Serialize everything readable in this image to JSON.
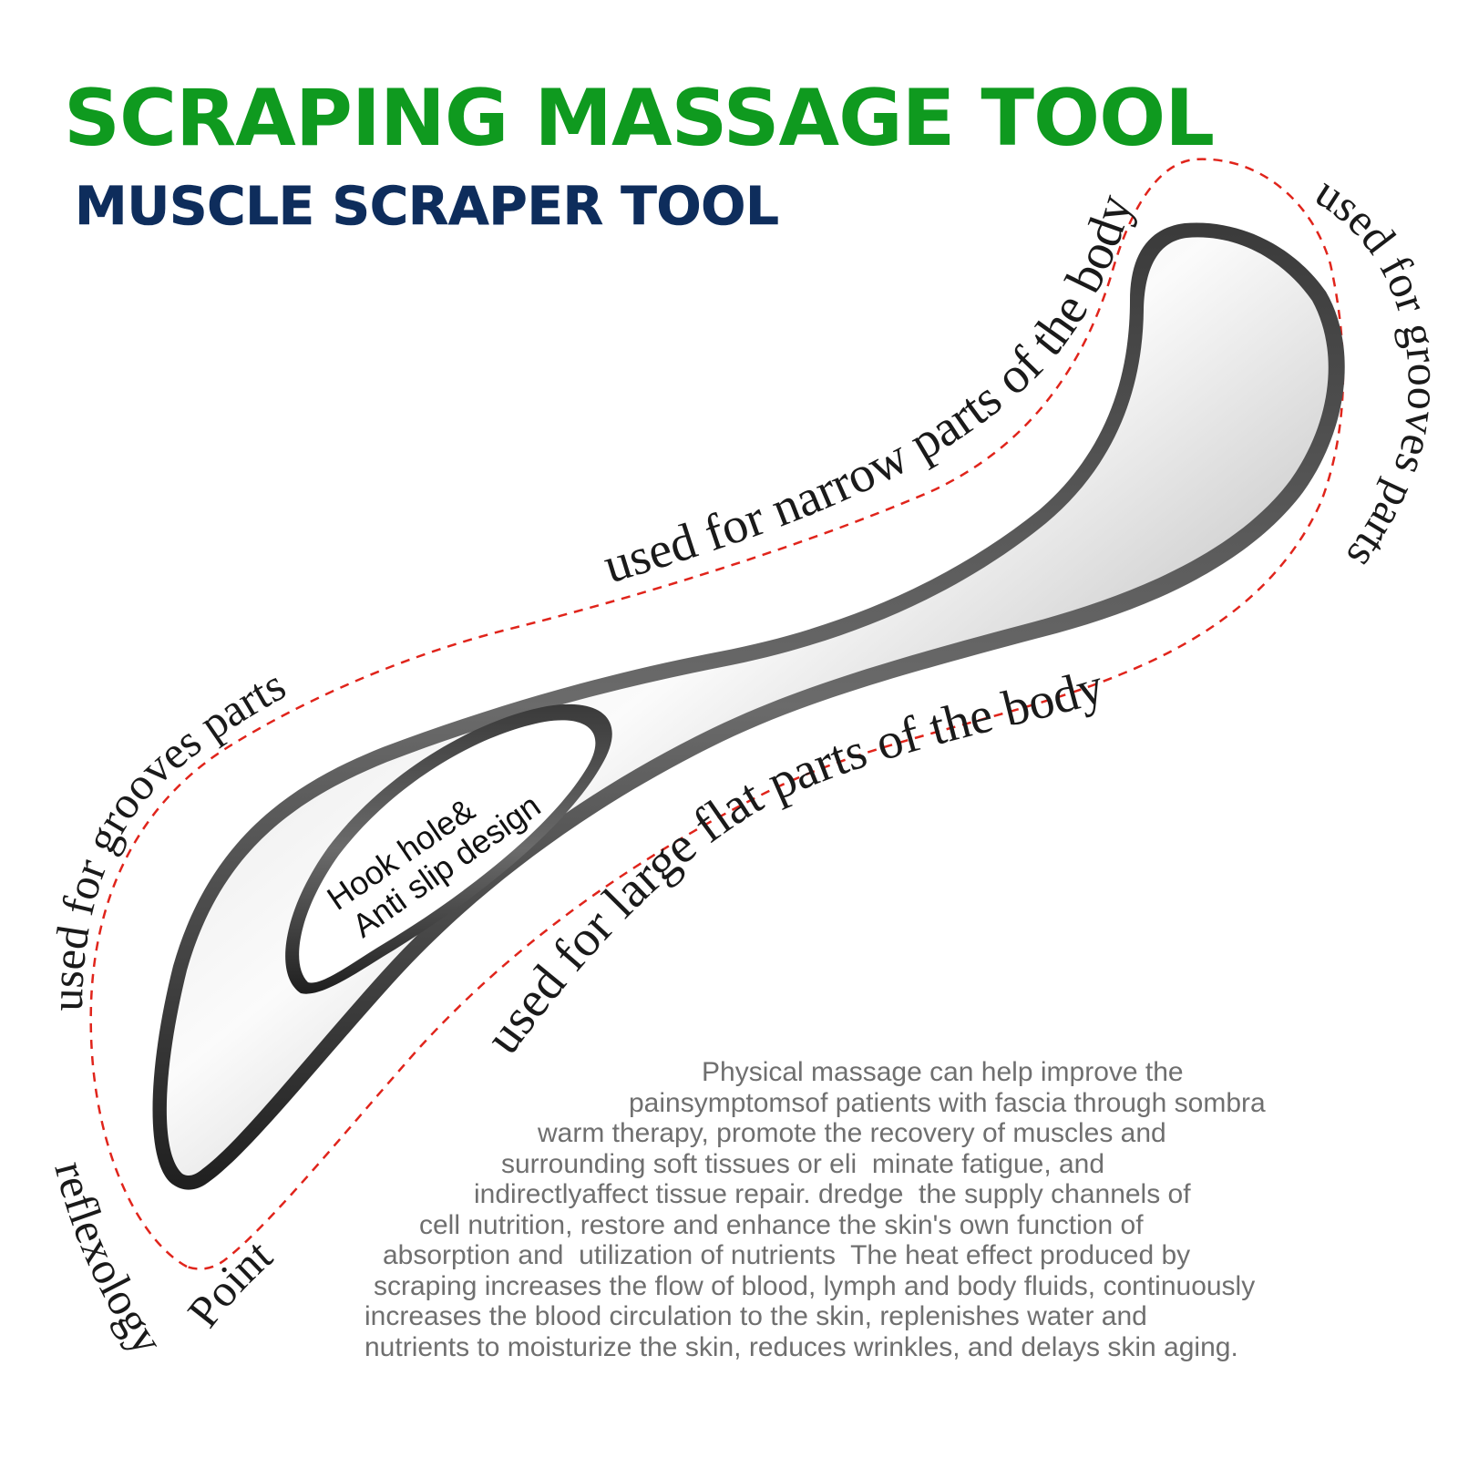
{
  "title": "SCRAPING MASSAGE TOOL",
  "subtitle": "MUSCLE SCRAPER TOOL",
  "labels": {
    "narrow": "used for narrow parts of the body",
    "flat": "used for large flat parts of the body",
    "grooves_left": "used for grooves parts",
    "grooves_right": "used for grooves parts",
    "reflexology": "reflexology",
    "point": "Point",
    "hook_line1": "Hook hole&",
    "hook_line2": "Anti slip design"
  },
  "description": [
    "Physical massage can help improve the",
    "painsymptomsof patients with fascia through sombra",
    "warm therapy, promote the recovery of muscles and",
    "surrounding soft tissues or eli  minate fatigue, and",
    "indirectlyaffect tissue repair. dredge  the supply channels of",
    "cell nutrition, restore and enhance the skin's own function of",
    "absorption and  utilization of nutrients  The heat effect produced by",
    "scraping increases the flow of blood, lymph and body fluids, continuously",
    "increases the blood circulation to the skin, replenishes water and",
    "nutrients to moisturize the skin, reduces wrinkles, and delays skin aging."
  ],
  "colors": {
    "title": "#0f9a1f",
    "subtitle": "#0e2d5c",
    "dashed_outline": "#e0241b",
    "body_text": "#6f6f6f"
  }
}
